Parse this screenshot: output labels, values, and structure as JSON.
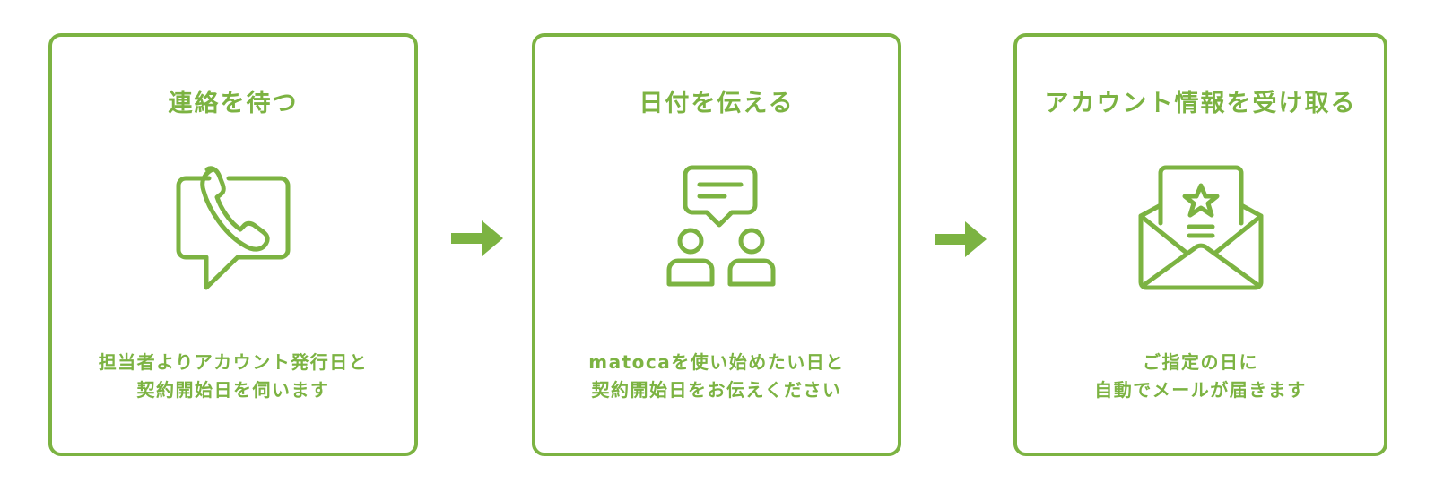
{
  "accent_color": "#7cb342",
  "steps": [
    {
      "title": "連絡を待つ",
      "icon": "phone-chat-bubble-icon",
      "description_lines": [
        "担当者よりアカウント発行日と",
        "契約開始日を伺います"
      ]
    },
    {
      "title": "日付を伝える",
      "icon": "two-people-talking-icon",
      "description_lines": [
        "matocaを使い始めたい日と",
        "契約開始日をお伝えください"
      ]
    },
    {
      "title": "アカウント情報を受け取る",
      "icon": "envelope-star-letter-icon",
      "description_lines": [
        "ご指定の日に",
        "自動でメールが届きます"
      ]
    }
  ],
  "arrows": [
    "arrow-right-icon",
    "arrow-right-icon"
  ]
}
